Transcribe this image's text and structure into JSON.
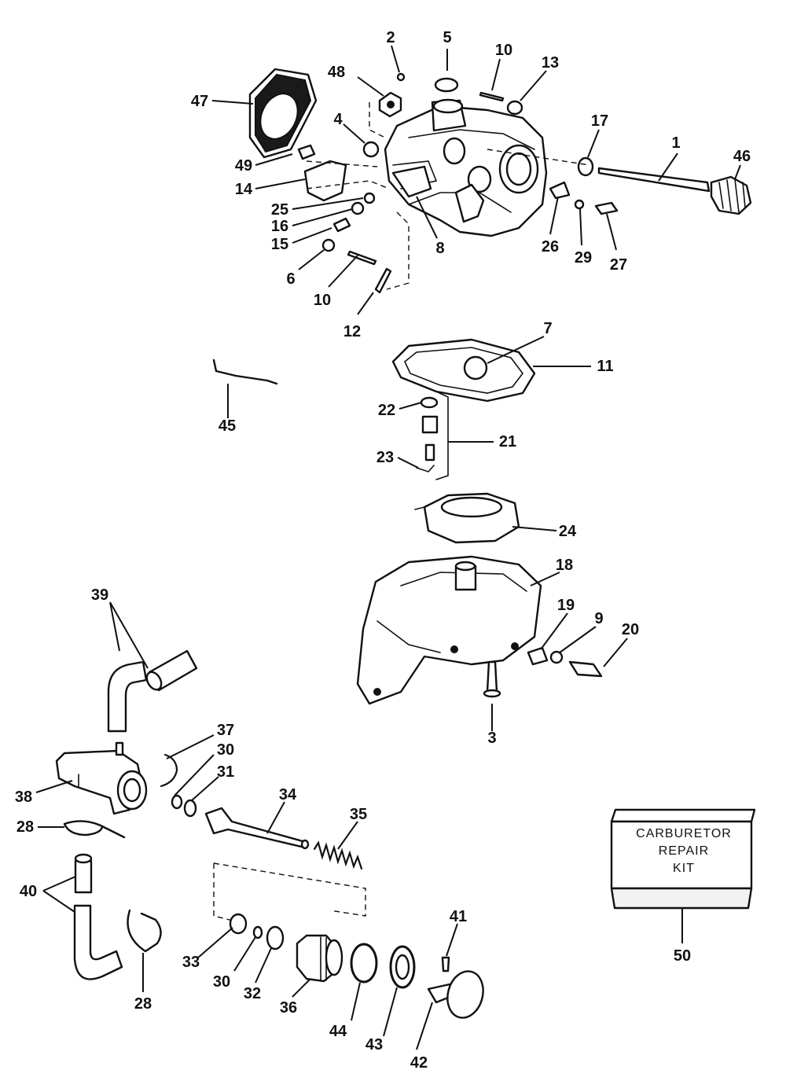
{
  "diagram": {
    "kit_box": {
      "lines": [
        "CARBURETOR",
        "REPAIR",
        "KIT"
      ],
      "callout": "50"
    },
    "callouts": [
      {
        "id": "1",
        "label": "1"
      },
      {
        "id": "2",
        "label": "2"
      },
      {
        "id": "3",
        "label": "3"
      },
      {
        "id": "4",
        "label": "4"
      },
      {
        "id": "5",
        "label": "5"
      },
      {
        "id": "6",
        "label": "6"
      },
      {
        "id": "7",
        "label": "7"
      },
      {
        "id": "8",
        "label": "8"
      },
      {
        "id": "9",
        "label": "9"
      },
      {
        "id": "10a",
        "label": "10"
      },
      {
        "id": "10b",
        "label": "10"
      },
      {
        "id": "11",
        "label": "11"
      },
      {
        "id": "12",
        "label": "12"
      },
      {
        "id": "13",
        "label": "13"
      },
      {
        "id": "14",
        "label": "14"
      },
      {
        "id": "15",
        "label": "15"
      },
      {
        "id": "16",
        "label": "16"
      },
      {
        "id": "17",
        "label": "17"
      },
      {
        "id": "18",
        "label": "18"
      },
      {
        "id": "19",
        "label": "19"
      },
      {
        "id": "20",
        "label": "20"
      },
      {
        "id": "21",
        "label": "21"
      },
      {
        "id": "22",
        "label": "22"
      },
      {
        "id": "23",
        "label": "23"
      },
      {
        "id": "24",
        "label": "24"
      },
      {
        "id": "25",
        "label": "25"
      },
      {
        "id": "26",
        "label": "26"
      },
      {
        "id": "27",
        "label": "27"
      },
      {
        "id": "28a",
        "label": "28"
      },
      {
        "id": "28b",
        "label": "28"
      },
      {
        "id": "29",
        "label": "29"
      },
      {
        "id": "30a",
        "label": "30"
      },
      {
        "id": "30b",
        "label": "30"
      },
      {
        "id": "31",
        "label": "31"
      },
      {
        "id": "32",
        "label": "32"
      },
      {
        "id": "33",
        "label": "33"
      },
      {
        "id": "34",
        "label": "34"
      },
      {
        "id": "35",
        "label": "35"
      },
      {
        "id": "36",
        "label": "36"
      },
      {
        "id": "37",
        "label": "37"
      },
      {
        "id": "38",
        "label": "38"
      },
      {
        "id": "39",
        "label": "39"
      },
      {
        "id": "40",
        "label": "40"
      },
      {
        "id": "41",
        "label": "41"
      },
      {
        "id": "42",
        "label": "42"
      },
      {
        "id": "43",
        "label": "43"
      },
      {
        "id": "44",
        "label": "44"
      },
      {
        "id": "45",
        "label": "45"
      },
      {
        "id": "46",
        "label": "46"
      },
      {
        "id": "47",
        "label": "47"
      },
      {
        "id": "48",
        "label": "48"
      },
      {
        "id": "49",
        "label": "49"
      }
    ]
  }
}
